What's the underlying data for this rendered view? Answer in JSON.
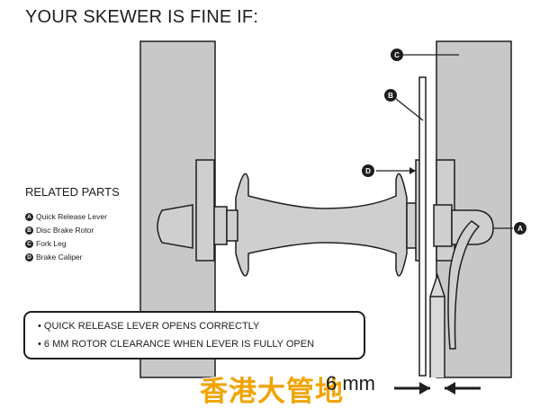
{
  "title": "YOUR SKEWER IS FINE IF:",
  "related_parts": {
    "heading": "RELATED PARTS",
    "items": [
      {
        "badge": "A",
        "label": "Quick Release Lever"
      },
      {
        "badge": "B",
        "label": "Disc Brake Rotor"
      },
      {
        "badge": "C",
        "label": "Fork Leg"
      },
      {
        "badge": "D",
        "label": "Brake Caliper"
      }
    ]
  },
  "callouts": {
    "a": "A",
    "b": "B",
    "c": "C",
    "d": "D"
  },
  "notes": [
    "• QUICK RELEASE LEVER OPENS CORRECTLY",
    "• 6 MM ROTOR CLEARANCE WHEN LEVER IS FULLY OPEN"
  ],
  "measurement": "6 mm",
  "watermark": "香港大管地",
  "colors": {
    "outline": "#1e1e1e",
    "fork_fill": "#c8c8c8",
    "part_fill": "#cfcfcf",
    "watermark": "#f1a400"
  }
}
